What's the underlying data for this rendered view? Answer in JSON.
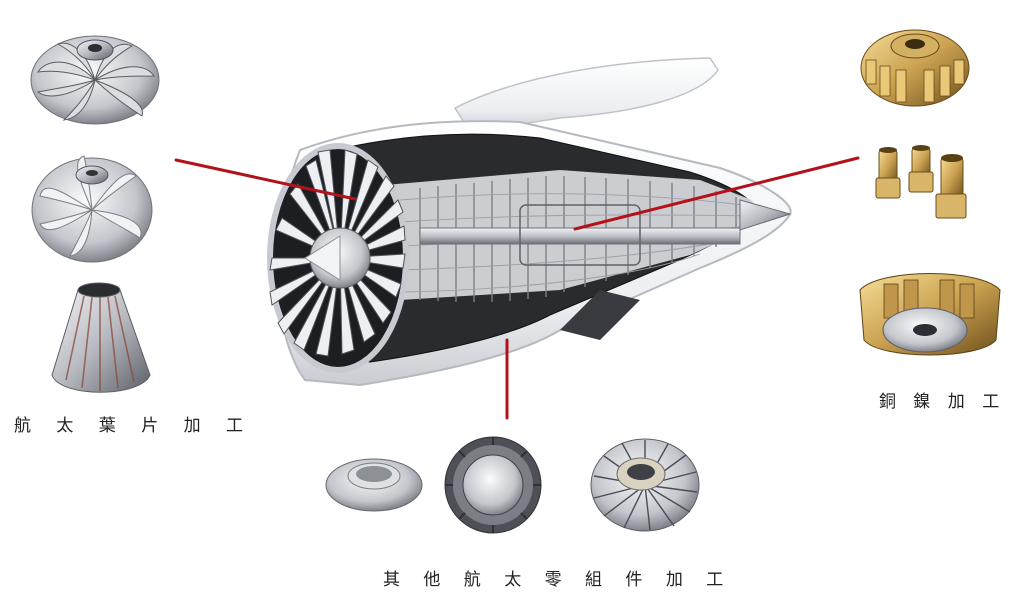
{
  "labels": {
    "aerospace_blade": "航 太 葉 片 加 工",
    "copper_nickel": "銅 鎳 加 工",
    "other_components": "其 他 航 太 零 組 件 加 工"
  },
  "colors": {
    "connector": "#b3121a",
    "text": "#222222",
    "steel_light": "#e9e9ec",
    "steel_mid": "#a9acb3",
    "steel_dark": "#4b4e55",
    "brass_light": "#f3d48a",
    "brass_mid": "#caa150",
    "brass_dark": "#7a5a22"
  },
  "icons": [
    "turbine-engine-cutaway",
    "impeller-part",
    "cone-part",
    "brass-gear-part",
    "brass-nozzle-part",
    "ring-part"
  ]
}
